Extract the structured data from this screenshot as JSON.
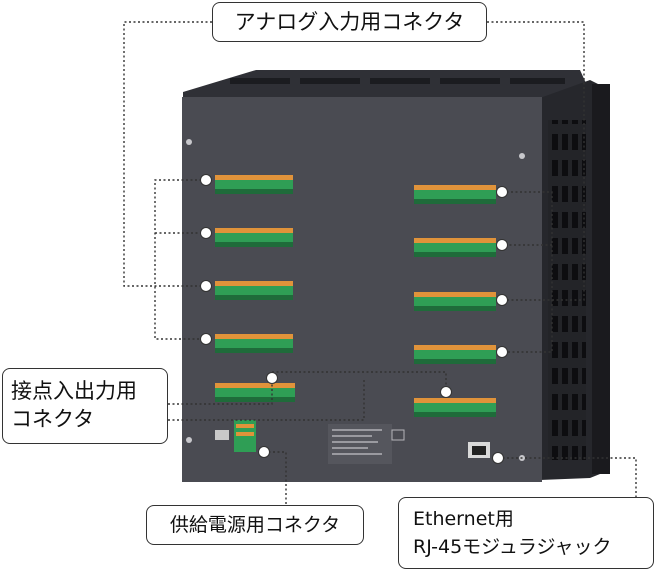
{
  "callouts": {
    "analog_connector": "アナログ入力用コネクタ",
    "contact_io_connector": [
      "接点入出力用",
      "コネクタ"
    ],
    "power_connector": "供給電源用コネクタ",
    "ethernet_jack": [
      "Ethernet用",
      "RJ-45モジュラジャック"
    ]
  },
  "colors": {
    "housing": "#4a4b52",
    "housing_top": "#2f3036",
    "terminal_green": "#2f9e55",
    "terminal_orange": "#e0933a",
    "leader_line": "#333333"
  }
}
